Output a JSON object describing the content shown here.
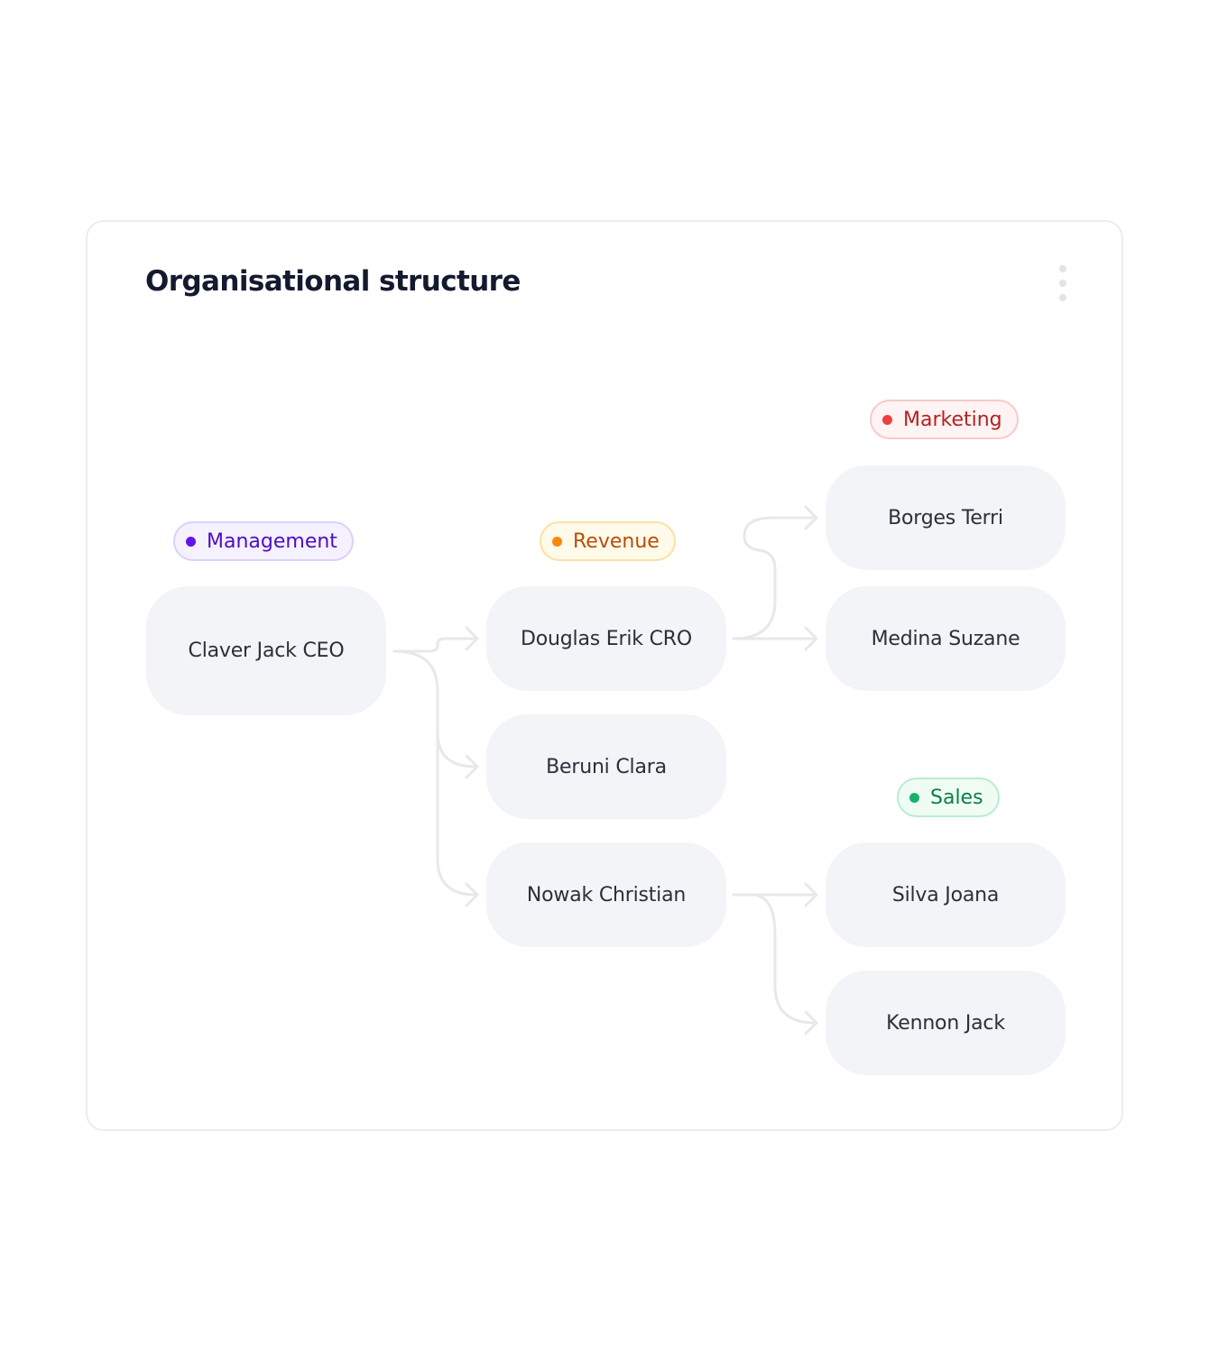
{
  "card": {
    "title": "Organisational structure",
    "menu_icon": "more-vertical-icon"
  },
  "tags": {
    "management": {
      "label": "Management",
      "color": "#6314ea"
    },
    "revenue": {
      "label": "Revenue",
      "color": "#f7880f"
    },
    "marketing": {
      "label": "Marketing",
      "color": "#ee3f3f"
    },
    "sales": {
      "label": "Sales",
      "color": "#17b16b"
    }
  },
  "nodes": {
    "ceo": "Claver Jack CEO",
    "cro": "Douglas Erik CRO",
    "beruni": "Beruni Clara",
    "nowak": "Nowak Christian",
    "borges": "Borges Terri",
    "medina": "Medina Suzane",
    "silva": "Silva Joana",
    "kennon": "Kennon Jack"
  },
  "connector_icon": "arrow-right-icon"
}
